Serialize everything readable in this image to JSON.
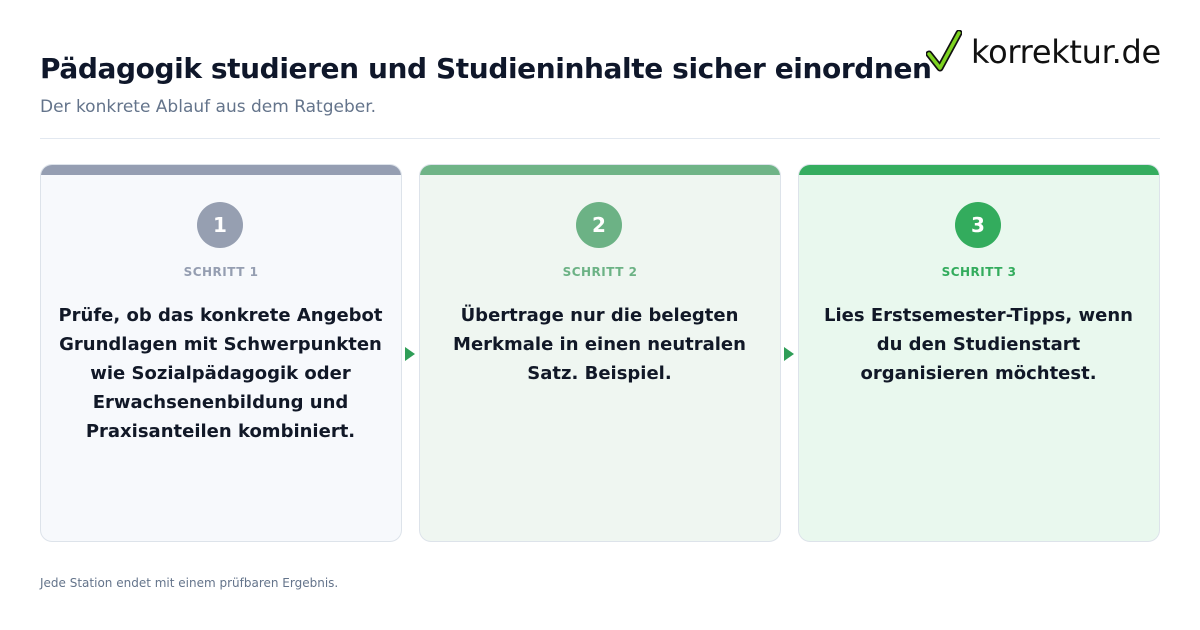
{
  "header": {
    "title": "Pädagogik studieren und Studieninhalte sicher einordnen",
    "subtitle": "Der konkrete Ablauf aus dem Ratgeber."
  },
  "logo": {
    "icon": "checkmark-icon",
    "text": "korrektur.de"
  },
  "steps": [
    {
      "number": "1",
      "label": "SCHRITT 1",
      "text": "Prüfe, ob das konkrete Angebot Grundlagen mit Schwerpunkten wie Sozialpädagogik oder Erwachsenenbildung und Praxisanteilen kombiniert.",
      "color": "#969fb1"
    },
    {
      "number": "2",
      "label": "SCHRITT 2",
      "text": "Übertrage nur die belegten Merkmale in einen neutralen Satz. Beispiel.",
      "color": "#6cb285"
    },
    {
      "number": "3",
      "label": "SCHRITT 3",
      "text": "Lies Erstsemester-Tipps, wenn du den Studienstart organisieren möchtest.",
      "color": "#33ac5d"
    }
  ],
  "arrows": [
    "arrow-right-icon",
    "arrow-right-icon"
  ],
  "footer": {
    "text": "Jede Station endet mit einem prüfbaren Ergebnis."
  }
}
